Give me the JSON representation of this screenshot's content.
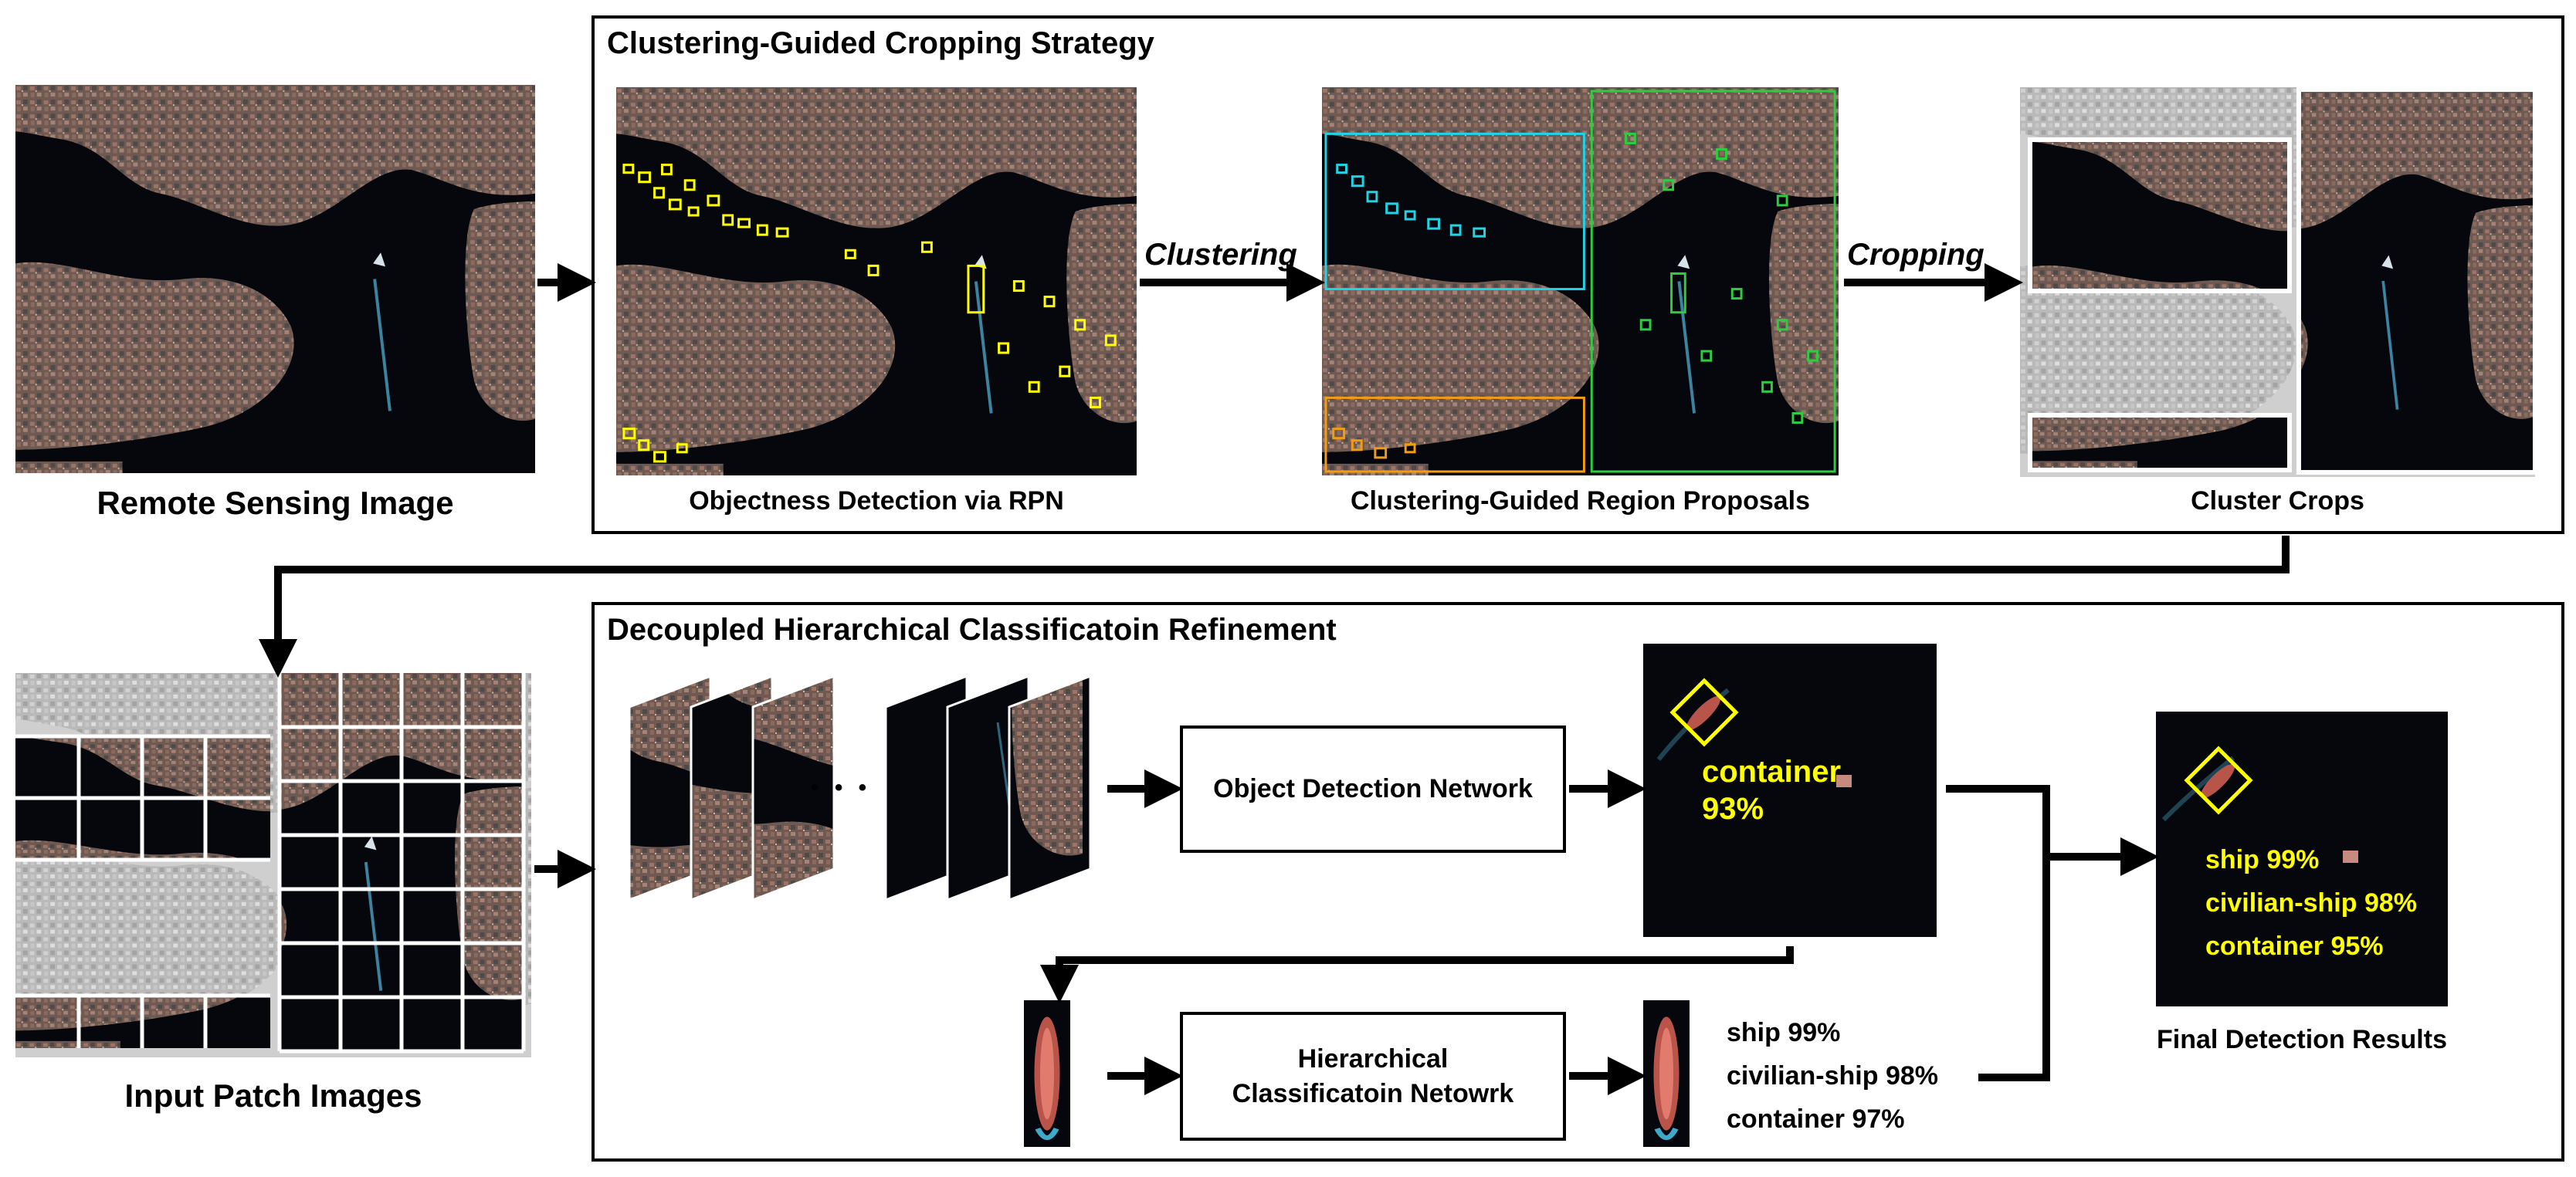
{
  "top_section": {
    "title": "Clustering-Guided Cropping Strategy",
    "clustering_label": "Clustering",
    "cropping_label": "Cropping",
    "captions": {
      "remote": "Remote Sensing Image",
      "rpn": "Objectness Detection via RPN",
      "proposals": "Clustering-Guided Region Proposals",
      "crops": "Cluster Crops"
    }
  },
  "bottom_section": {
    "title": "Decoupled Hierarchical Classificatoin Refinement",
    "input_caption": "Input Patch Images",
    "ellipsis": "• • •",
    "detector_label": "Object Detection Network",
    "classifier_label_line1": "Hierarchical",
    "classifier_label_line2": "Classificatoin Netowrk",
    "detection_output": {
      "class": "container",
      "score": "93%"
    },
    "classification_output": [
      "ship 99%",
      "civilian-ship 98%",
      "container 97%"
    ],
    "final_results": [
      "ship 99%",
      "civilian-ship 98%",
      "container 95%"
    ],
    "final_caption": "Final Detection Results"
  },
  "colors": {
    "water": "#05070d",
    "land": "#6e5a52",
    "rpn_box": "#ffff00",
    "cluster_cyan": "#22d3e6",
    "cluster_green": "#2ecc40",
    "cluster_orange": "#f39c12",
    "label_yellow": "#ffff00"
  }
}
